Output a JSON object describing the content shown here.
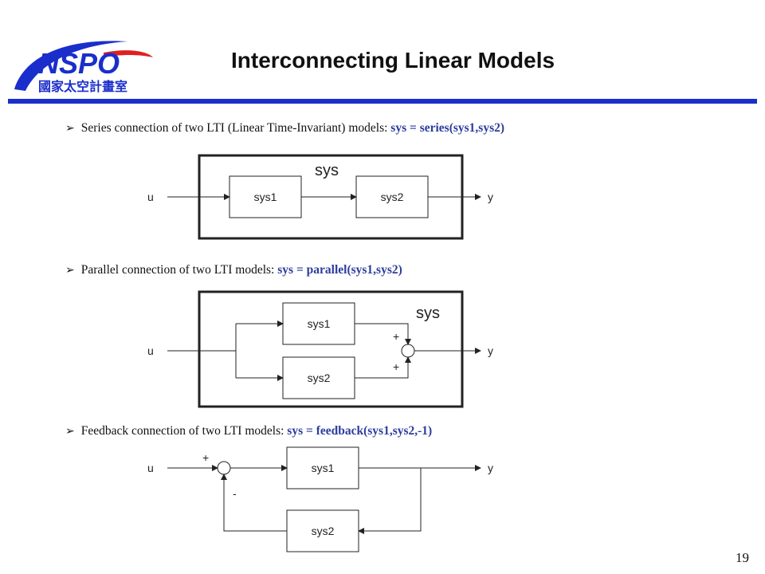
{
  "logo": {
    "text": "NSPO",
    "subtitle": "國家太空計畫室",
    "colors": {
      "blue": "#1a2ecc",
      "red": "#e02020"
    }
  },
  "title": "Interconnecting Linear Models",
  "bullets": [
    {
      "text": "Series connection of two LTI (Linear Time-Invariant) models: ",
      "cmd": "sys = series(sys1,sys2)"
    },
    {
      "text": "Parallel connection of two LTI models: ",
      "cmd": "sys = parallel(sys1,sys2)"
    },
    {
      "text": "Feedback connection of two LTI models: ",
      "cmd": "sys = feedback(sys1,sys2,-1)"
    }
  ],
  "series": {
    "outer": "sys",
    "b1": "sys1",
    "b2": "sys2",
    "in": "u",
    "out": "y"
  },
  "parallel": {
    "outer": "sys",
    "b1": "sys1",
    "b2": "sys2",
    "in": "u",
    "out": "y",
    "sign_top": "+",
    "sign_bottom": "+"
  },
  "feedback": {
    "b1": "sys1",
    "b2": "sys2",
    "in": "u",
    "out": "y",
    "sign_plus": "+",
    "sign_minus": "-"
  },
  "page_number": "19"
}
